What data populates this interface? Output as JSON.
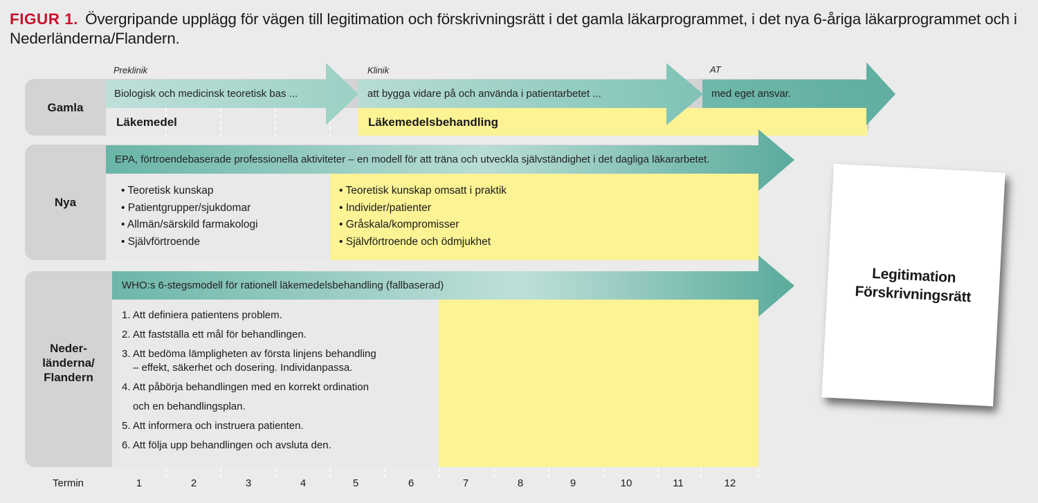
{
  "title": {
    "label": "FIGUR 1.",
    "text": "Övergripande upplägg för vägen till legitimation och förskrivningsrätt i det gamla läkarprogrammet, i det nya 6-åriga läkarprogrammet och i Nederländerna/Flandern."
  },
  "phases": {
    "preklinik": "Preklinik",
    "klinik": "Klinik",
    "at": "AT"
  },
  "gamla": {
    "label": "Gamla",
    "arrow1": "Biologisk och medicinsk teoretisk bas ...",
    "arrow2": "att bygga vidare på och använda i patientarbetet ...",
    "arrow3": "med eget ansvar.",
    "bold1": "Läkemedel",
    "bold2": "Läkemedelsbehandling"
  },
  "nya": {
    "label": "Nya",
    "arrow": "EPA, förtroendebaserade professionella aktiviteter – en modell för att träna och utveckla självständighet i det dagliga läkararbetet.",
    "list_left": [
      "Teoretisk kunskap",
      "Patientgrupper/sjukdomar",
      "Allmän/särskild farmakologi",
      "Självförtroende"
    ],
    "list_right": [
      "Teoretisk kunskap omsatt i praktik",
      "Individer/patienter",
      "Gråskala/kompromisser",
      "Självförtroende och ödmjukhet"
    ]
  },
  "ned": {
    "label_line1": "Neder-",
    "label_line2": "länderna/",
    "label_line3": "Flandern",
    "arrow": "WHO:s 6-stegsmodell för rationell läkemedelsbehandling (fallbaserad)",
    "steps": [
      {
        "a": "1. Att definiera patientens problem.",
        "b": ""
      },
      {
        "a": "2. Att fastställa ett mål för behandlingen.",
        "b": ""
      },
      {
        "a": "3. Att bedöma lämpligheten av första linjens behandling",
        "b": "– effekt, säkerhet och dosering. Individanpassa."
      },
      {
        "a": "4. Att påbörja behandlingen med en korrekt ordination",
        "b": "och en behandlingsplan."
      },
      {
        "a": "5. Att informera och instruera patienten.",
        "b": ""
      },
      {
        "a": "6. Att följa upp behandlingen och avsluta den.",
        "b": ""
      }
    ]
  },
  "termin": {
    "label": "Termin",
    "numbers": [
      "1",
      "2",
      "3",
      "4",
      "5",
      "6",
      "7",
      "8",
      "9",
      "10",
      "11",
      "12"
    ]
  },
  "document": {
    "line1": "Legitimation",
    "line2": "Förskrivningsrätt"
  },
  "colors": {
    "fig_label": "#c8102e",
    "teal_light": "#b9ddd6",
    "teal_dark": "#6db8ac",
    "yellow": "#fbf394",
    "row_bg": "#d3d3d3"
  }
}
